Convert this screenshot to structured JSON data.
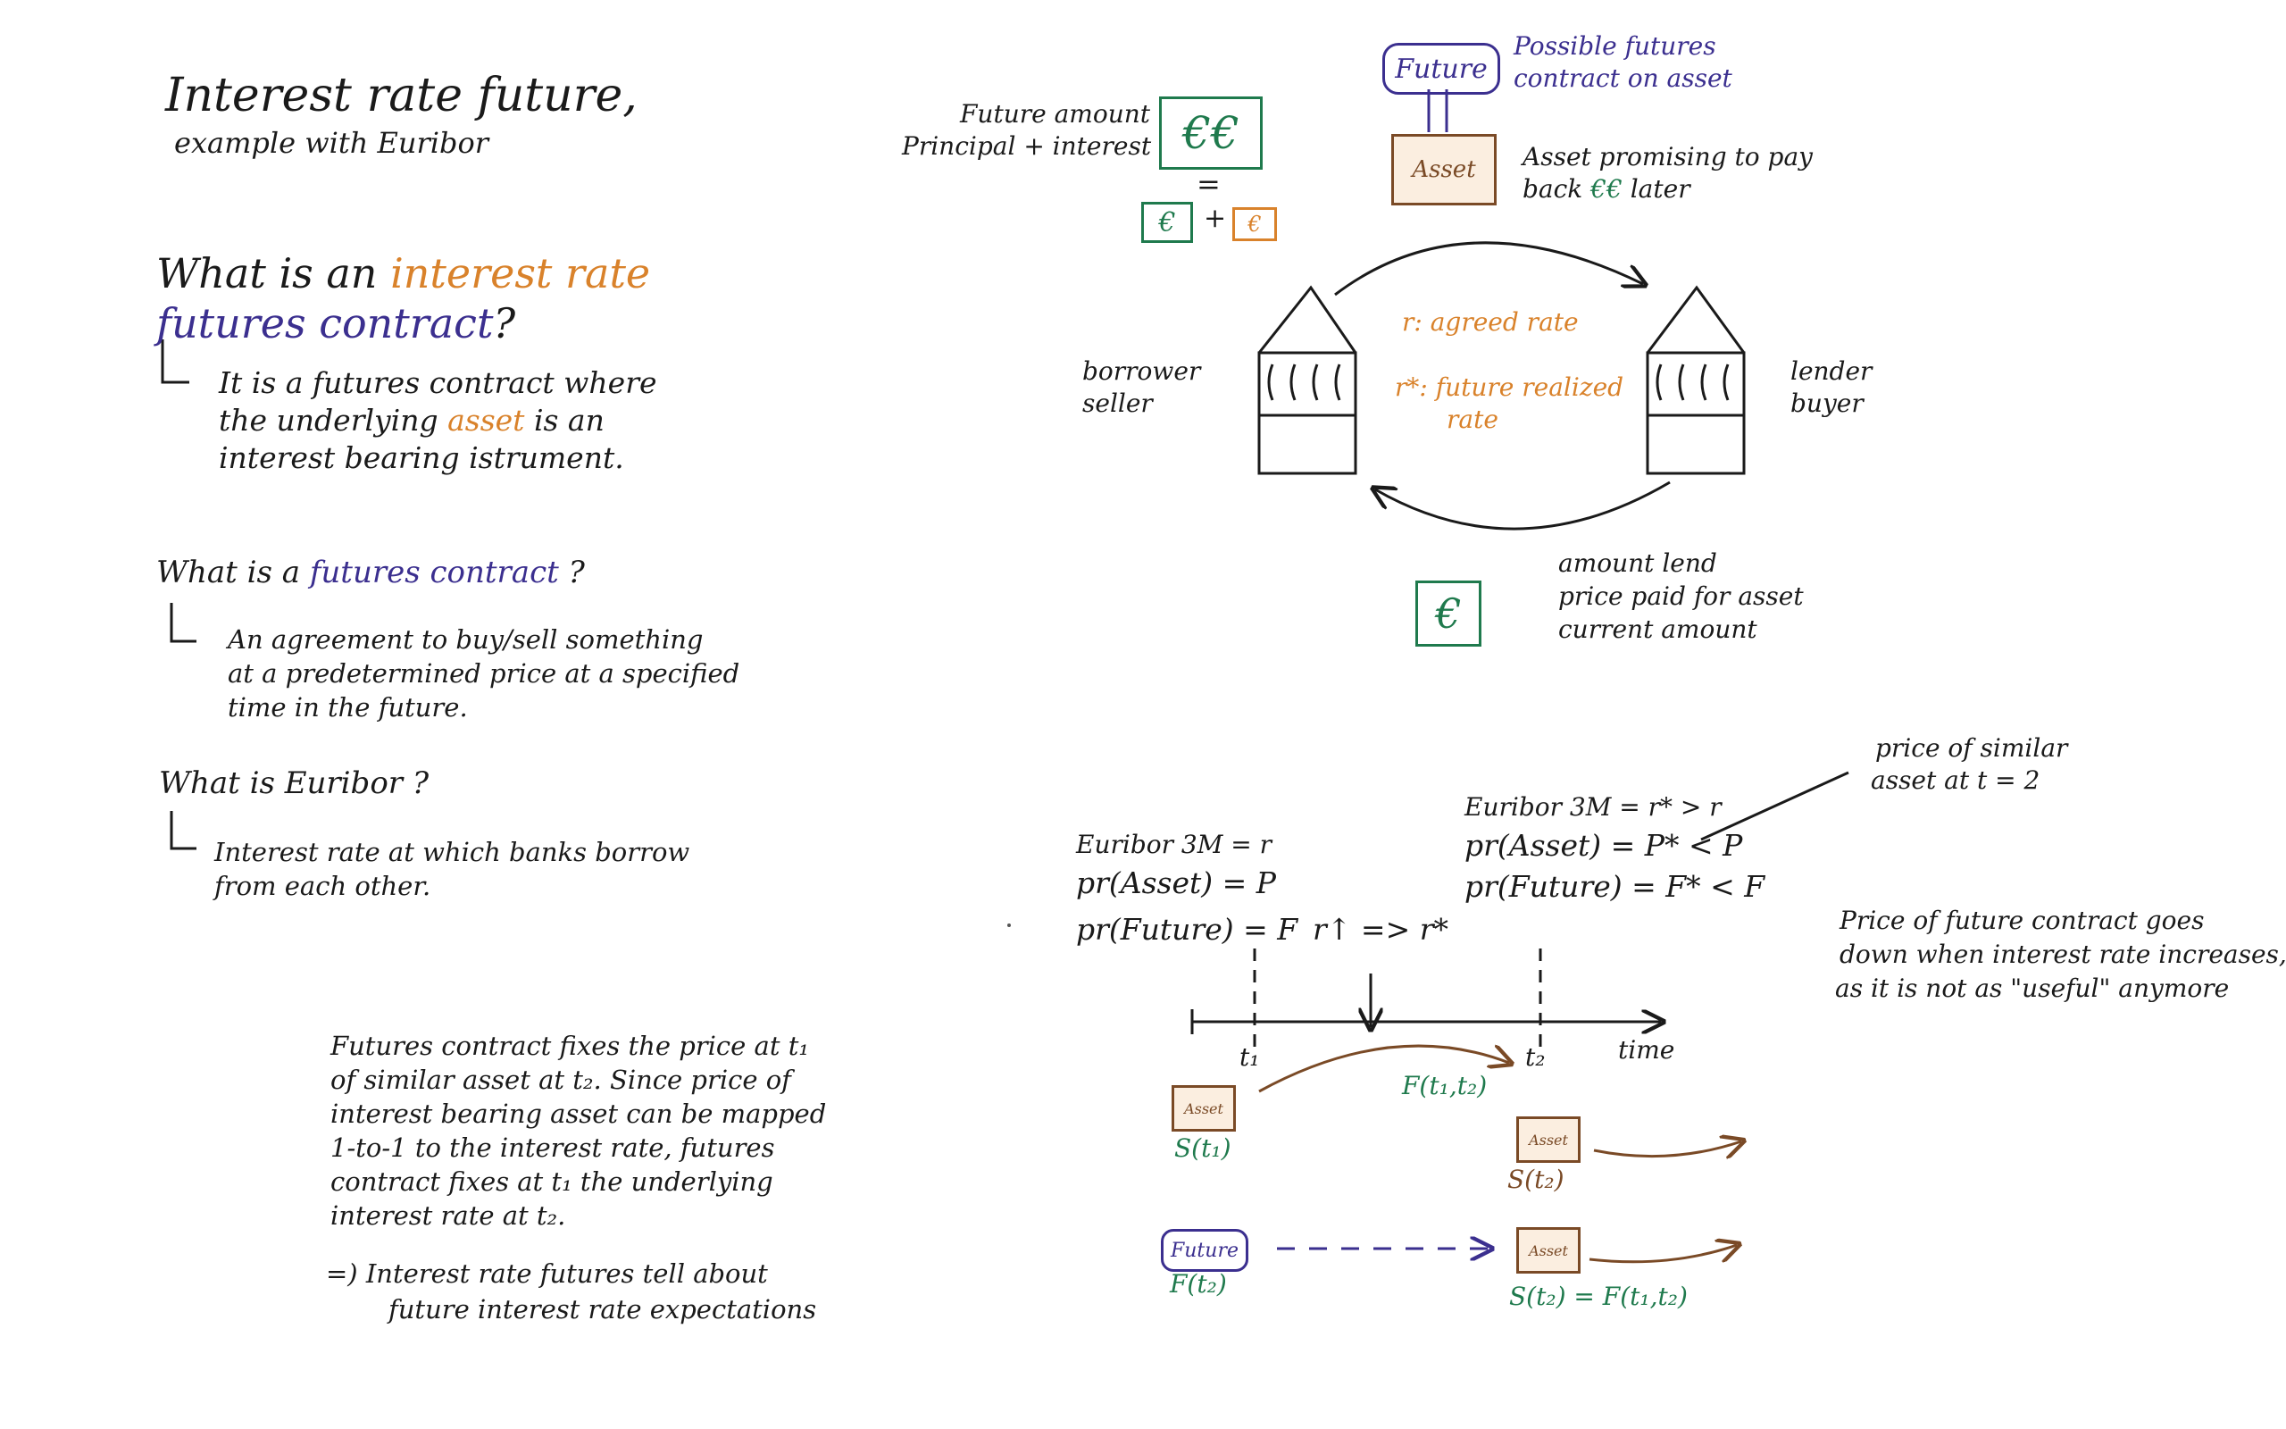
{
  "title": {
    "line1": "Interest rate future,",
    "line2": "example with Euribor"
  },
  "q1": {
    "prefix": "What is an",
    "highlight1": "interest rate",
    "highlight2": "futures contract",
    "suffix": "?",
    "answer_1": "It is a futures contract where",
    "answer_2a": "the underlying",
    "answer_2b": "asset",
    "answer_2c": "is an",
    "answer_3": "interest bearing istrument."
  },
  "q2": {
    "prefix": "What is a",
    "highlight": "futures contract",
    "suffix": "?",
    "answer_1": "An agreement to buy/sell something",
    "answer_2": "at a predetermined price at a specified",
    "answer_3": "time in the future."
  },
  "q3": {
    "question": "What is Euribor ?",
    "answer_1": "Interest rate at which banks borrow",
    "answer_2": "from each other."
  },
  "note": {
    "line1": "Futures contract fixes the price at t₁",
    "line2": "of similar asset at t₂. Since price of",
    "line3": "interest bearing asset can be mapped",
    "line4": "1-to-1 to the interest rate, futures",
    "line5": "contract fixes at t₁ the underlying",
    "line6": "interest rate at t₂.",
    "conclusion_1": "=)  Interest rate futures tell about",
    "conclusion_2": "future interest rate expectations"
  },
  "top_diagram": {
    "future_amount_1": "Future amount",
    "future_amount_2": "Principal + interest",
    "euro_double": "€€",
    "equals": "=",
    "euro_single": "€",
    "plus": "+",
    "euro_small": "€",
    "future_label": "Future",
    "possible_1": "Possible futures",
    "possible_2": "contract on asset",
    "asset_label": "Asset",
    "asset_desc_1": "Asset promising to pay",
    "asset_desc_2a": "back",
    "asset_desc_2b": "€€",
    "asset_desc_2c": "later",
    "agreed_rate": "r: agreed rate",
    "future_rate_1": "r*: future realized",
    "future_rate_2": "rate",
    "borrower_1": "borrower",
    "borrower_2": "seller",
    "lender_1": "lender",
    "lender_2": "buyer",
    "euro_lend": "€",
    "amount_1": "amount lend",
    "amount_2": "price paid for asset",
    "amount_3": "current amount"
  },
  "timeline": {
    "left_1": "Euribor 3M = r",
    "left_2": "pr(Asset)  =  P",
    "left_3": "pr(Future) = F",
    "shift": "r↑ => r*",
    "right_1": "Euribor 3M = r* > r",
    "right_2": "pr(Asset) = P* < P",
    "right_3": "pr(Future) = F* < F",
    "similar_1": "price of similar",
    "similar_2": "asset at t = 2",
    "t1": "t₁",
    "t2": "t₂",
    "time": "time",
    "f_label": "F(t₁,t₂)",
    "asset_1": "Asset",
    "s_t1": "S(t₁)",
    "asset_2": "Asset",
    "s_t2": "S(t₂)",
    "future": "Future",
    "f_t2": "F(t₂)",
    "asset_3": "Asset",
    "s_eq_f": "S(t₂) = F(t₁,t₂)"
  },
  "side_note": {
    "line1": "Price of future contract goes",
    "line2": "down when interest rate increases,",
    "line3": "as it is not as \"useful\" anymore"
  }
}
